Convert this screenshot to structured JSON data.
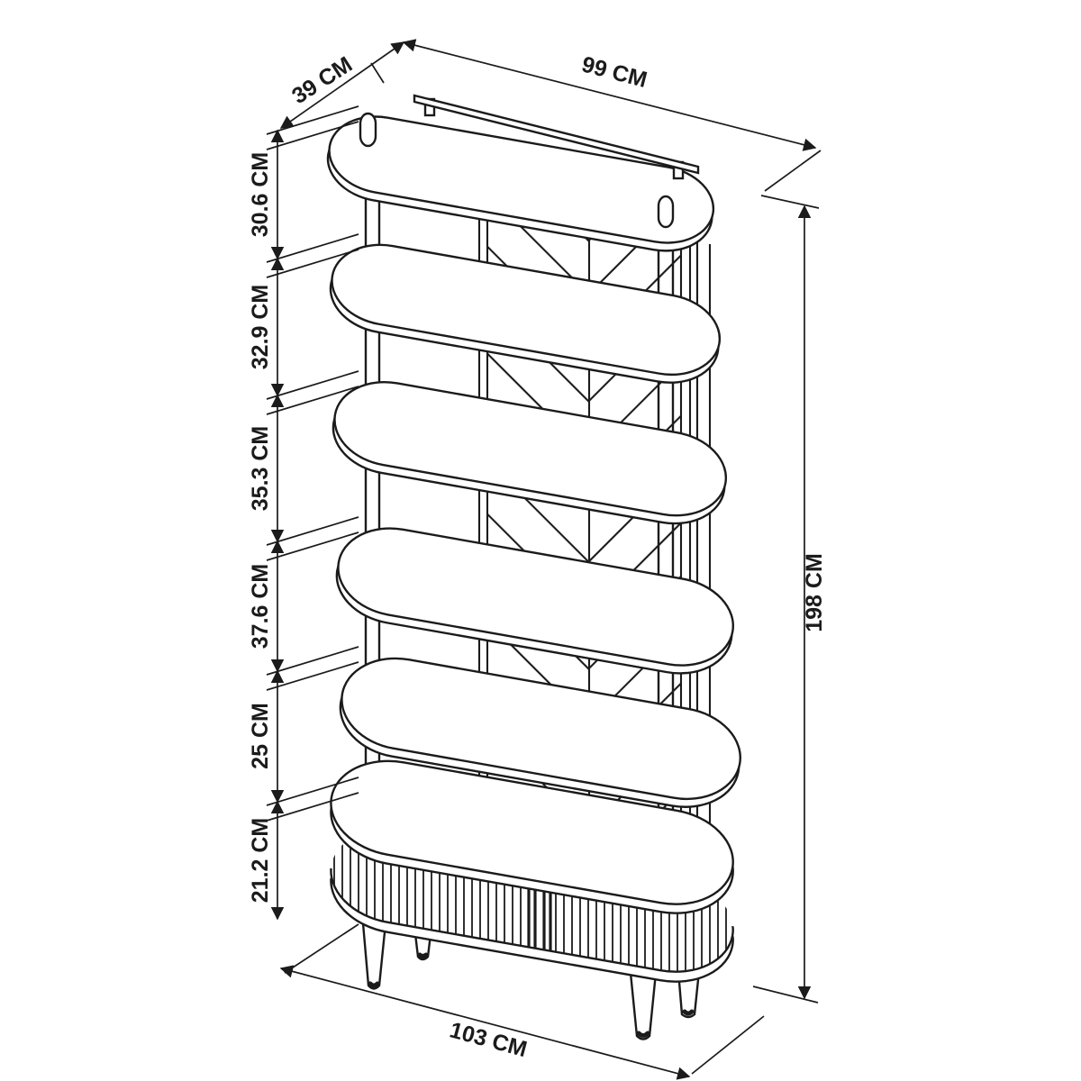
{
  "diagram": {
    "units": "CM",
    "description": "Isometric technical line drawing of a tall oval display unit: five pill-shaped shelves on round posts with a herringbone back panel, above an oval tambour-door base cabinet raised on four tapered legs, annotated with dimension lines",
    "colors": {
      "line": "#1b1b1b",
      "background": "#ffffff"
    },
    "dimensions": {
      "depth_top": {
        "label": "39 CM"
      },
      "width_top": {
        "label": "99 CM"
      },
      "shelf_gap_1": {
        "label": "30.6 CM"
      },
      "shelf_gap_2": {
        "label": "32.9 CM"
      },
      "shelf_gap_3": {
        "label": "35.3 CM"
      },
      "shelf_gap_4": {
        "label": "37.6 CM"
      },
      "cabinet_height": {
        "label": "25 CM"
      },
      "leg_height": {
        "label": "21.2 CM"
      },
      "total_height": {
        "label": "198 CM"
      },
      "width_base": {
        "label": "103 CM"
      }
    }
  }
}
